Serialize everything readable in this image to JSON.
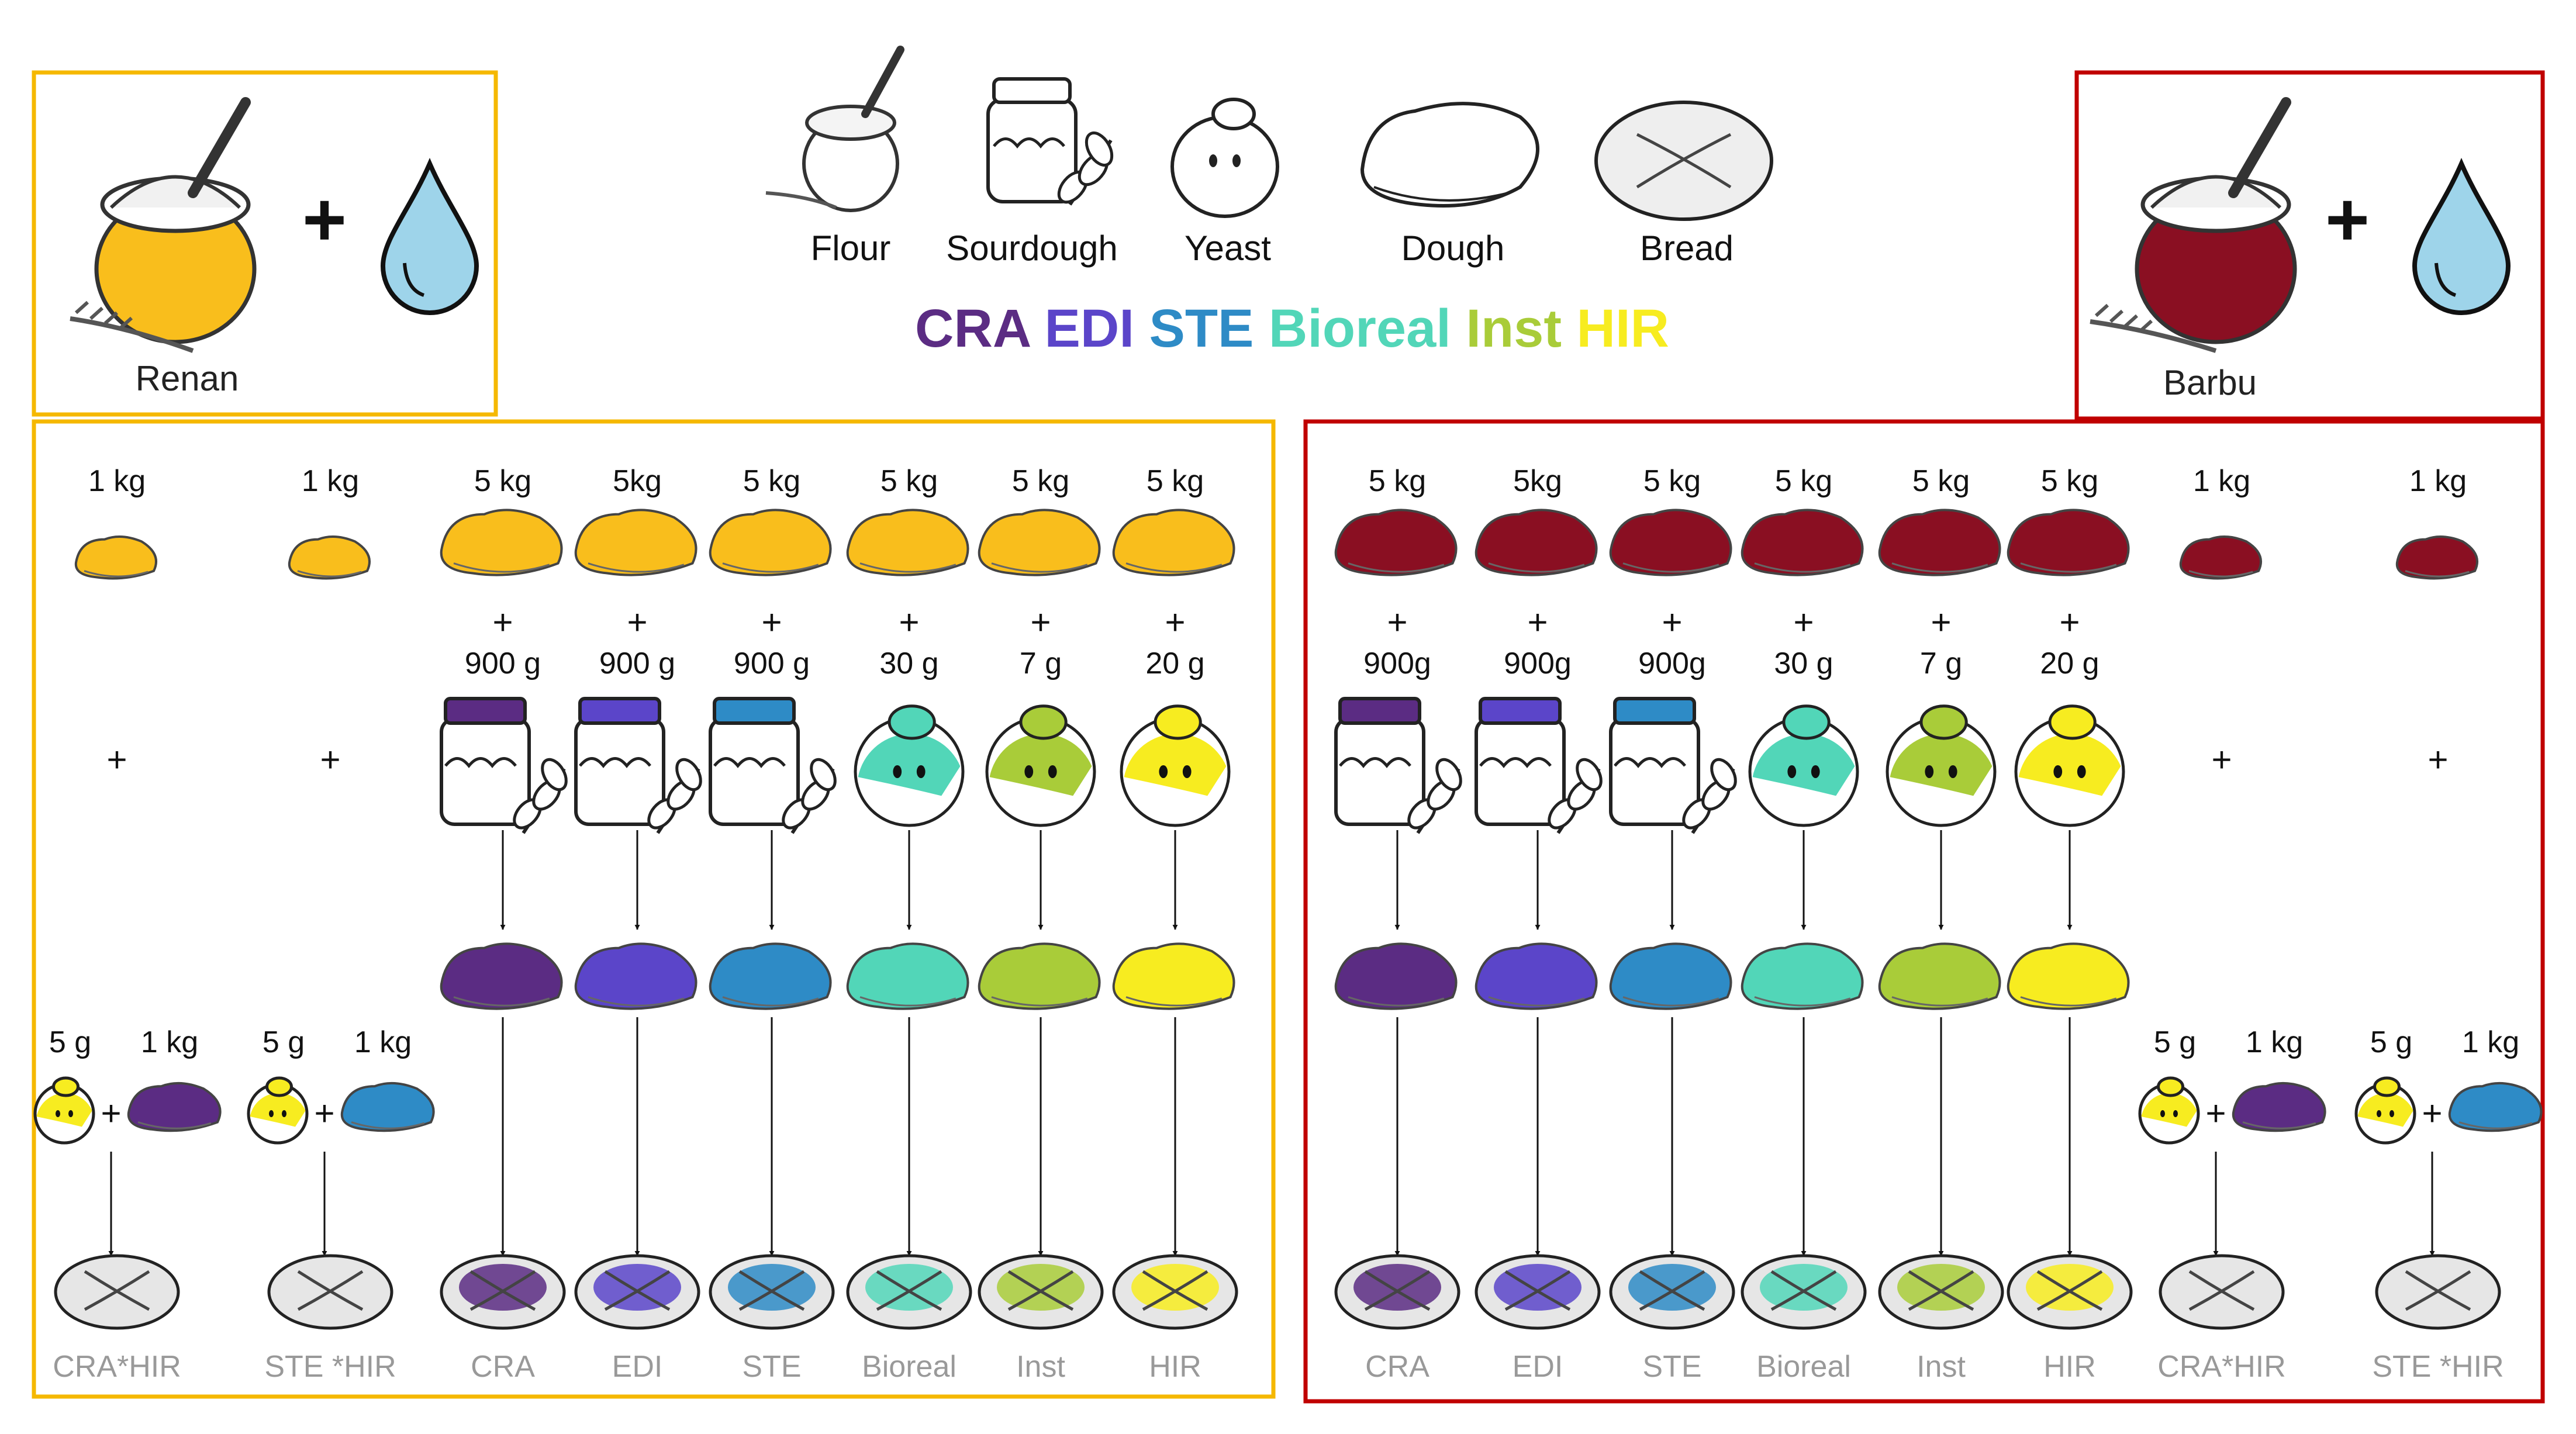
{
  "legend": {
    "labels": [
      "Flour",
      "Sourdough",
      "Yeast",
      "Dough",
      "Bread"
    ],
    "strains": [
      {
        "name": "CRA",
        "color": "#5B2C83"
      },
      {
        "name": "EDI",
        "color": "#5B45C9"
      },
      {
        "name": "STE",
        "color": "#2E8BC6"
      },
      {
        "name": "Bioreal",
        "color": "#52D6B8"
      },
      {
        "name": "Inst",
        "color": "#A9CC39"
      },
      {
        "name": "HIR",
        "color": "#F7EC20"
      }
    ]
  },
  "colors": {
    "renan_flour": "#F9BE1C",
    "barbu_flour": "#8A0F22",
    "water": "#9ED4EA",
    "renan_border": "#F5B800",
    "barbu_border": "#C00000",
    "bread_gray": "#999999"
  },
  "renan": {
    "name": "Renan",
    "plus": "+",
    "columns": [
      {
        "flour": "1 kg",
        "starter": "+",
        "result": "CRA*HIR",
        "mix": {
          "yeast_amount": "5 g",
          "flour_amount": "1 kg",
          "yeast_strain": "HIR",
          "dough_strain": "CRA"
        }
      },
      {
        "flour": "1 kg",
        "starter": "+",
        "result": "STE *HIR",
        "mix": {
          "yeast_amount": "5 g",
          "flour_amount": "1 kg",
          "yeast_strain": "HIR",
          "dough_strain": "STE"
        }
      },
      {
        "flour": "5 kg",
        "plus": "+",
        "amount": "900 g",
        "kind": "sourdough",
        "strain": "CRA",
        "result": "CRA"
      },
      {
        "flour": "5kg",
        "plus": "+",
        "amount": "900 g",
        "kind": "sourdough",
        "strain": "EDI",
        "result": "EDI"
      },
      {
        "flour": "5 kg",
        "plus": "+",
        "amount": "900 g",
        "kind": "sourdough",
        "strain": "STE",
        "result": "STE"
      },
      {
        "flour": "5 kg",
        "plus": "+",
        "amount": "30 g",
        "kind": "yeast",
        "strain": "Bioreal",
        "result": "Bioreal"
      },
      {
        "flour": "5 kg",
        "plus": "+",
        "amount": "7 g",
        "kind": "yeast",
        "strain": "Inst",
        "result": "Inst"
      },
      {
        "flour": "5 kg",
        "plus": "+",
        "amount": "20 g",
        "kind": "yeast",
        "strain": "HIR",
        "result": "HIR"
      }
    ]
  },
  "barbu": {
    "name": "Barbu",
    "plus": "+",
    "columns": [
      {
        "flour": "5 kg",
        "plus": "+",
        "amount": "900g",
        "kind": "sourdough",
        "strain": "CRA",
        "result": "CRA"
      },
      {
        "flour": "5kg",
        "plus": "+",
        "amount": "900g",
        "kind": "sourdough",
        "strain": "EDI",
        "result": "EDI"
      },
      {
        "flour": "5 kg",
        "plus": "+",
        "amount": "900g",
        "kind": "sourdough",
        "strain": "STE",
        "result": "STE"
      },
      {
        "flour": "5 kg",
        "plus": "+",
        "amount": "30 g",
        "kind": "yeast",
        "strain": "Bioreal",
        "result": "Bioreal"
      },
      {
        "flour": "5 kg",
        "plus": "+",
        "amount": "7 g",
        "kind": "yeast",
        "strain": "Inst",
        "result": "Inst"
      },
      {
        "flour": "5 kg",
        "plus": "+",
        "amount": "20 g",
        "kind": "yeast",
        "strain": "HIR",
        "result": "HIR"
      },
      {
        "flour": "1 kg",
        "starter": "+",
        "result": "CRA*HIR",
        "mix": {
          "yeast_amount": "5 g",
          "flour_amount": "1 kg",
          "yeast_strain": "HIR",
          "dough_strain": "CRA"
        }
      },
      {
        "flour": "1 kg",
        "starter": "+",
        "result": "STE *HIR",
        "mix": {
          "yeast_amount": "5 g",
          "flour_amount": "1 kg",
          "yeast_strain": "HIR",
          "dough_strain": "STE"
        }
      }
    ]
  }
}
